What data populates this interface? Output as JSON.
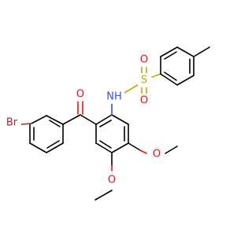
{
  "molecule": {
    "colors": {
      "carbon_bond": "#000000",
      "oxygen": "#ff0d0d",
      "nitrogen": "#3050f8",
      "sulfur": "#c8a800",
      "bromine": "#a62929"
    },
    "atoms": {
      "br": "Br",
      "o_carbonyl": "O",
      "nh": "NH",
      "s": "S",
      "o_sulfonyl_1": "O",
      "o_sulfonyl_2": "O",
      "o_methoxy_1": "O",
      "o_methoxy_2": "O"
    }
  }
}
